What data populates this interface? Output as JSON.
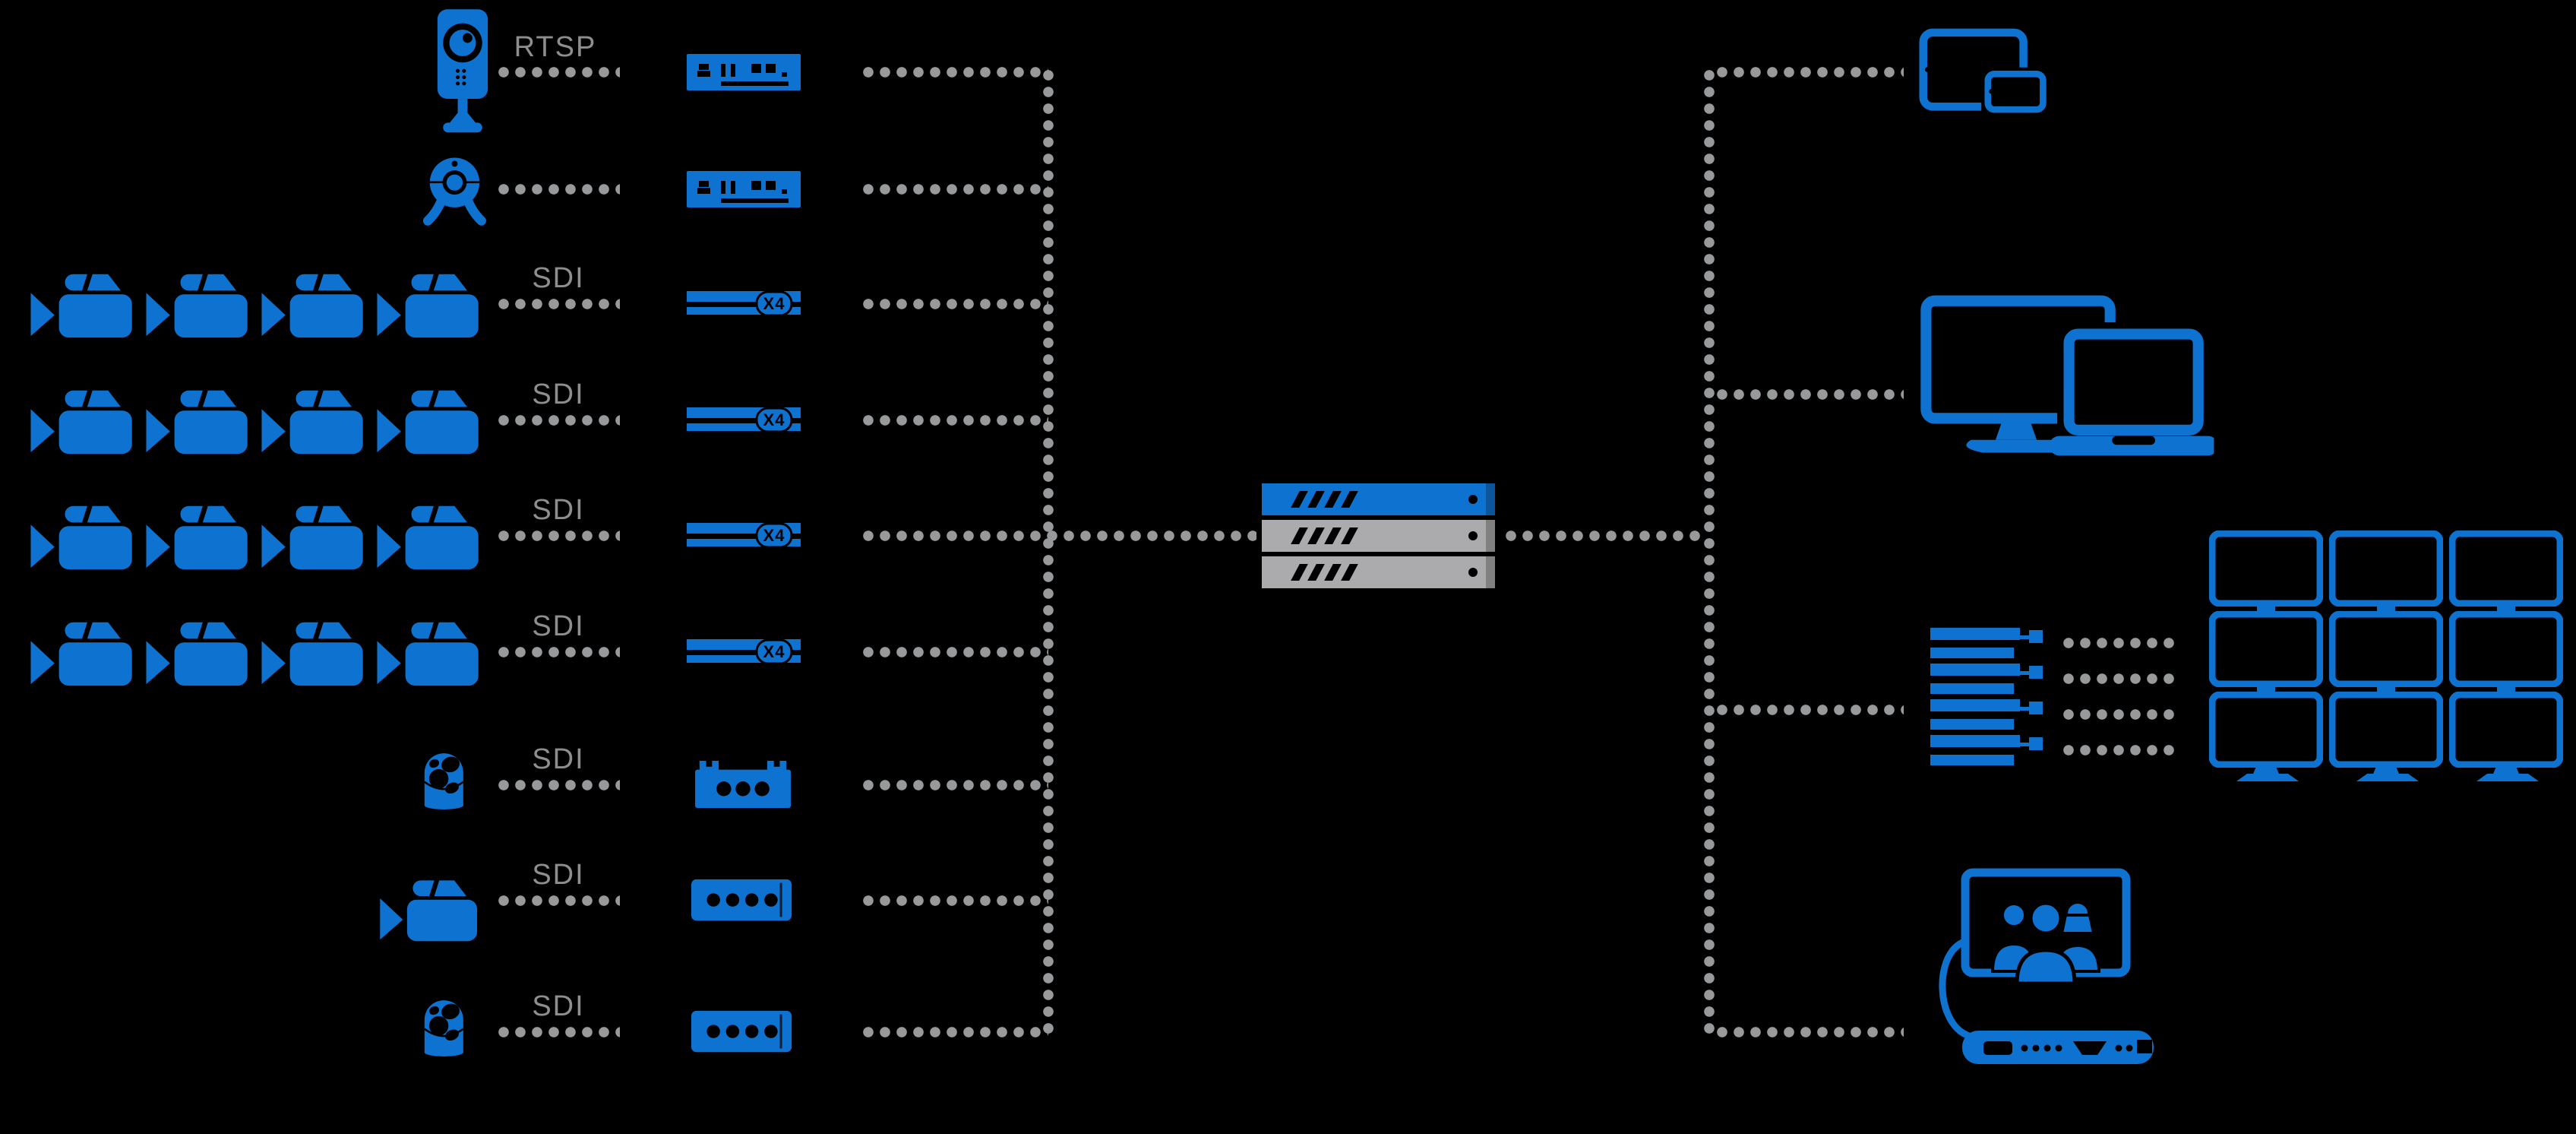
{
  "title": "video-streaming-system-diagram",
  "colors": {
    "background": "#000000",
    "accent_blue": "#0e72d0",
    "connection_dot_gray": "#98999b",
    "label_gray": "#8e8e90",
    "server_unit_gray": "#ababad",
    "port_black": "#000000"
  },
  "sources": {
    "rows": [
      {
        "name": "ip-camera",
        "protocol_label": "RTSP",
        "camera_count": 1,
        "encoder_type": "streaming-encoder"
      },
      {
        "name": "webcam",
        "protocol_label": "",
        "camera_count": 1,
        "encoder_type": "streaming-encoder"
      },
      {
        "name": "sdi-camera-group-1",
        "protocol_label": "SDI",
        "camera_count": 4,
        "encoder_type": "quad-encoder",
        "encoder_badge": "X4"
      },
      {
        "name": "sdi-camera-group-2",
        "protocol_label": "SDI",
        "camera_count": 4,
        "encoder_type": "quad-encoder",
        "encoder_badge": "X4"
      },
      {
        "name": "sdi-camera-group-3",
        "protocol_label": "SDI",
        "camera_count": 4,
        "encoder_type": "quad-encoder",
        "encoder_badge": "X4"
      },
      {
        "name": "sdi-camera-group-4",
        "protocol_label": "SDI",
        "camera_count": 4,
        "encoder_type": "quad-encoder",
        "encoder_badge": "X4"
      },
      {
        "name": "ptz-dome-camera-1",
        "protocol_label": "SDI",
        "camera_count": 1,
        "encoder_type": "3-port-converter"
      },
      {
        "name": "camcorder",
        "protocol_label": "SDI",
        "camera_count": 1,
        "encoder_type": "4-port-converter"
      },
      {
        "name": "ptz-dome-camera-2",
        "protocol_label": "SDI",
        "camera_count": 1,
        "encoder_type": "4-port-converter"
      }
    ]
  },
  "server": {
    "name": "streaming-server-rack",
    "units": [
      {
        "color": "#0e72d0"
      },
      {
        "color": "#ababad"
      },
      {
        "color": "#ababad"
      }
    ]
  },
  "outputs": [
    {
      "name": "tablet-and-phone"
    },
    {
      "name": "desktop-and-laptop"
    },
    {
      "name": "decoder-stack-to-video-wall",
      "decoder_units": 4,
      "video_wall": {
        "rows": 3,
        "cols": 3
      }
    },
    {
      "name": "video-conferencing"
    }
  ],
  "connections": {
    "style": "dotted",
    "color": "#98999b"
  }
}
